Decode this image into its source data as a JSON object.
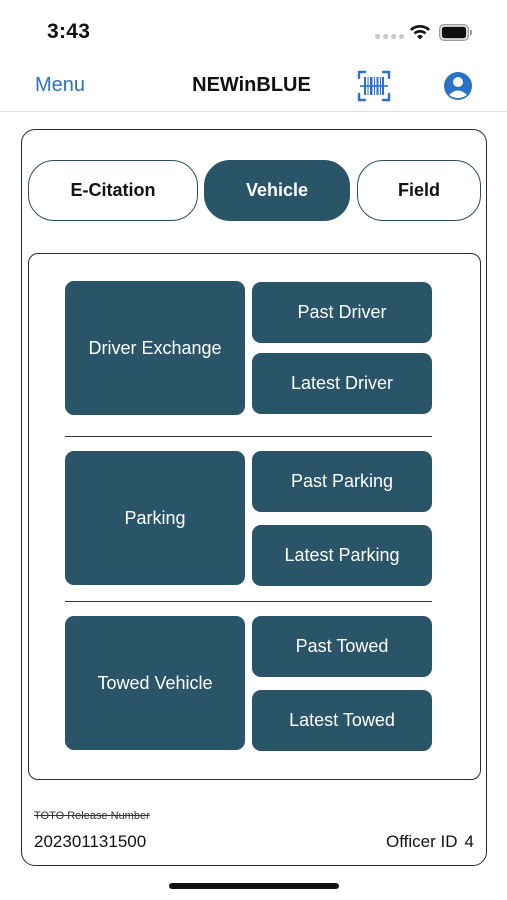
{
  "status_bar": {
    "time": "3:43"
  },
  "nav": {
    "menu_label": "Menu",
    "title": "NEWinBLUE",
    "icons": [
      "barcode-scan-icon",
      "profile-icon"
    ],
    "accent_color": "#2a71c9"
  },
  "tabs": [
    {
      "label": "E-Citation",
      "selected": false
    },
    {
      "label": "Vehicle",
      "selected": true
    },
    {
      "label": "Field",
      "selected": false
    }
  ],
  "sections": [
    {
      "main": "Driver Exchange",
      "past": "Past Driver",
      "latest": "Latest Driver"
    },
    {
      "main": "Parking",
      "past": "Past Parking",
      "latest": "Latest Parking"
    },
    {
      "main": "Towed Vehicle",
      "past": "Past Towed",
      "latest": "Latest Towed"
    }
  ],
  "footer": {
    "release_label": "TOTO Release Number",
    "release_number": "202301131500",
    "officer_label": "Officer ID",
    "officer_id": "4"
  },
  "colors": {
    "tile_bg": "#2a5468",
    "tile_text": "#ffffff",
    "link_blue": "#2a71c9"
  }
}
